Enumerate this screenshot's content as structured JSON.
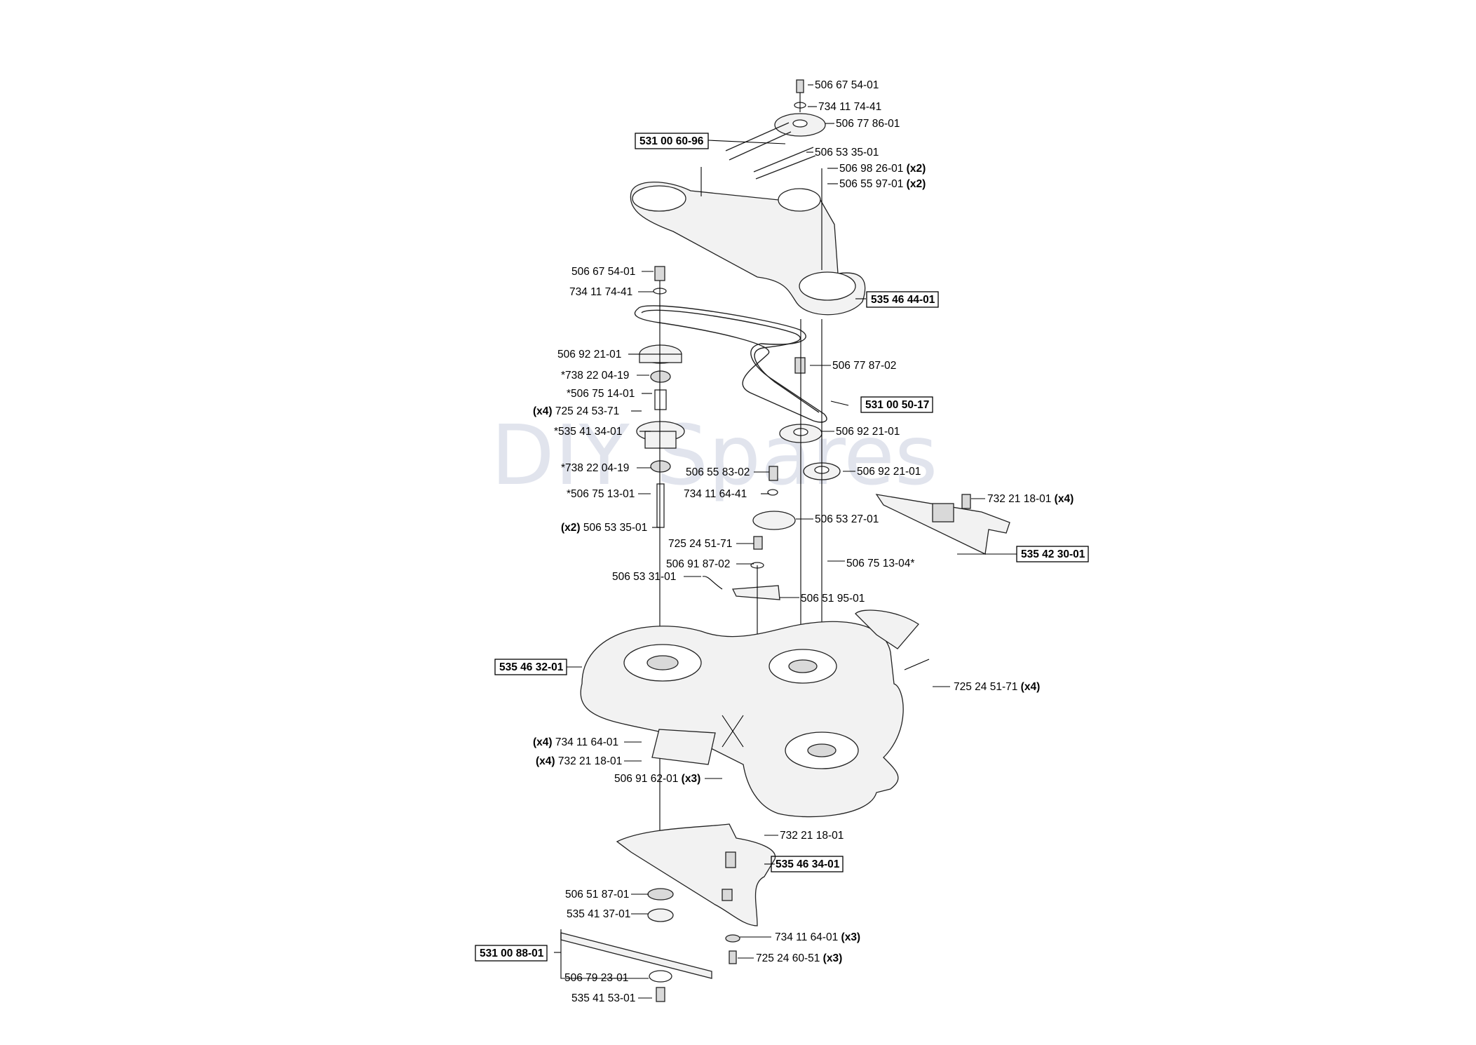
{
  "watermark": "DIY Spares",
  "labels": {
    "l01": "506 67 54-01",
    "l02": "734 11 74-41",
    "l03": "506 77 86-01",
    "l04": "531 00 60-96",
    "l05": "506 53 35-01",
    "l06": "506 98 26-01",
    "l06q": "(x2)",
    "l07": "506 55 97-01",
    "l07q": "(x2)",
    "l08": "506 67 54-01",
    "l09": "734 11 74-41",
    "l10": "535 46 44-01",
    "l11": "506 92 21-01",
    "l12": "506 77 87-02",
    "l13": "*738 22 04-19",
    "l14": "*506 75 14-01",
    "l15q": "(x4)",
    "l15": "725 24 53-71",
    "l16": "531 00 50-17",
    "l17": "*535 41 34-01",
    "l18": "506 92 21-01",
    "l19": "*738 22 04-19",
    "l20": "506 55 83-02",
    "l21": "506 92 21-01",
    "l22": "*506 75 13-01",
    "l23": "734 11 64-41",
    "l24": "732 21 18-01",
    "l24q": "(x4)",
    "l25q": "(x2)",
    "l25": "506 53 35-01",
    "l26": "506 53 27-01",
    "l27": "725 24 51-71",
    "l28": "535 42 30-01",
    "l29": "506 91 87-02",
    "l30": "506 75 13-04*",
    "l31": "506 53 31-01",
    "l32": "506 51 95-01",
    "l33": "535 46 32-01",
    "l34": "725 24 51-71",
    "l34q": "(x4)",
    "l35q": "(x4)",
    "l35": "734 11 64-01",
    "l36q": "(x4)",
    "l36": "732 21 18-01",
    "l37": "506 91 62-01",
    "l37q": "(x3)",
    "l38": "732 21 18-01",
    "l39": "535 46 34-01",
    "l40": "506 51 87-01",
    "l41": "535 41 37-01",
    "l42": "734 11 64-01",
    "l42q": "(x3)",
    "l43": "531 00 88-01",
    "l44": "725 24 60-51",
    "l44q": "(x3)",
    "l45": "506 79 23-01",
    "l46": "535 41 53-01"
  }
}
